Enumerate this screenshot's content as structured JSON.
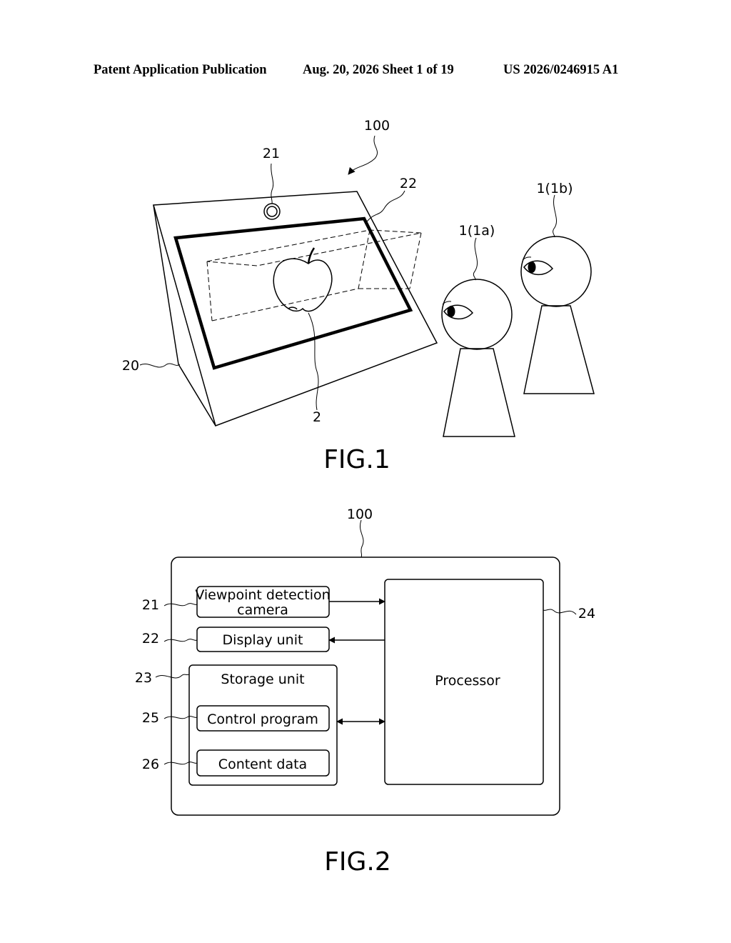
{
  "header": {
    "publication": "Patent Application Publication",
    "date_sheet": "Aug. 20, 2026  Sheet 1 of 19",
    "number": "US 2026/0246915 A1"
  },
  "fig1": {
    "caption": "FIG.1",
    "labels": {
      "device": "100",
      "camera": "21",
      "display": "22",
      "housing": "20",
      "object": "2",
      "viewer_a": "1(1a)",
      "viewer_b": "1(1b)"
    }
  },
  "fig2": {
    "caption": "FIG.2",
    "labels": {
      "device": "100",
      "camera": "21",
      "display": "22",
      "storage": "23",
      "processor": "24",
      "control_program": "25",
      "content_data": "26"
    },
    "boxes": {
      "camera_line1": "Viewpoint detection",
      "camera_line2": "camera",
      "display": "Display unit",
      "storage": "Storage unit",
      "control_program": "Control program",
      "content_data": "Content data",
      "processor": "Processor"
    }
  }
}
